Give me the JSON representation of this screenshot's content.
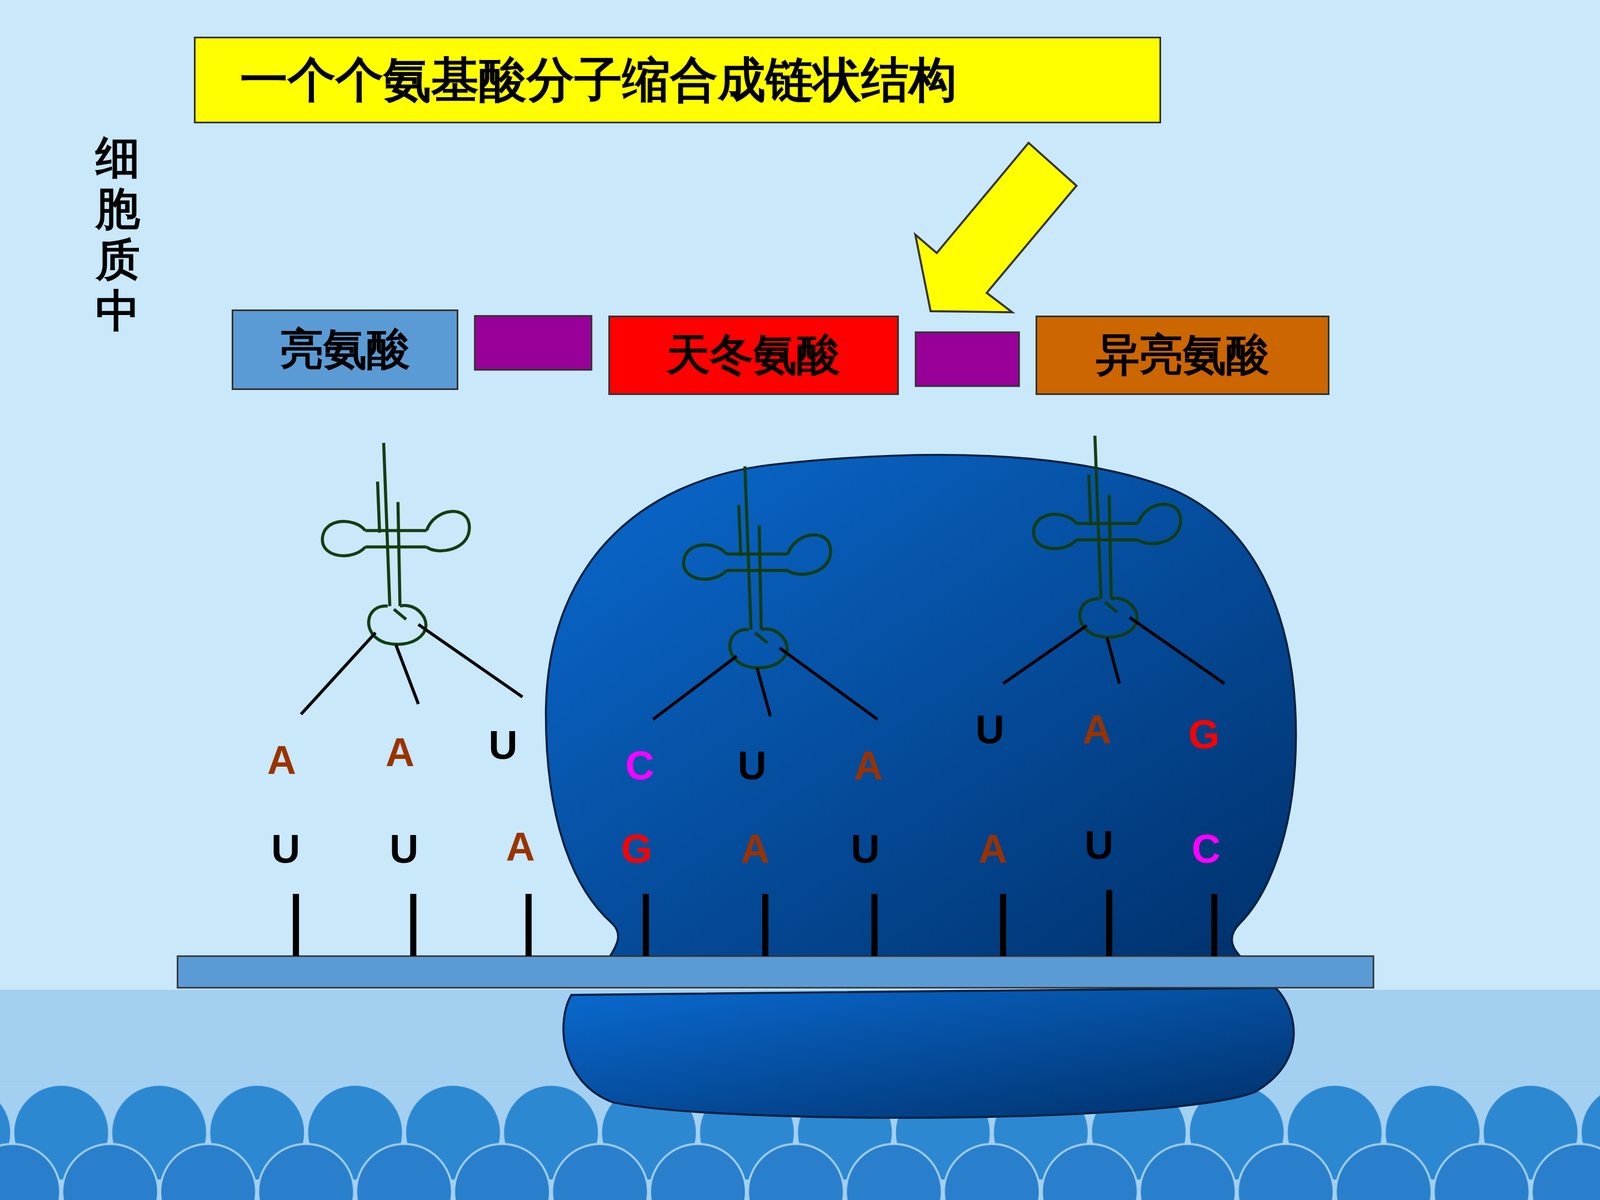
{
  "diagram": {
    "title": "一个个氨基酸分子缩合成链状结构",
    "nodes": [
      {
        "text": [
          "亮氨酸"
        ]
      },
      {
        "text": [
          "天冬氨酸"
        ]
      },
      {
        "text": [
          "异亮氨酸"
        ]
      }
    ],
    "edges": [
      {
        "from": 0,
        "to": 1,
        "arrow": "none"
      },
      {
        "from": 1,
        "to": 2,
        "arrow": "none"
      }
    ],
    "labels": [
      "细胞质中",
      "A",
      "A",
      "U",
      "C",
      "U",
      "A",
      "U",
      "A",
      "G",
      "U",
      "U",
      "A",
      "G",
      "A",
      "U",
      "A",
      "U",
      "C"
    ]
  }
}
